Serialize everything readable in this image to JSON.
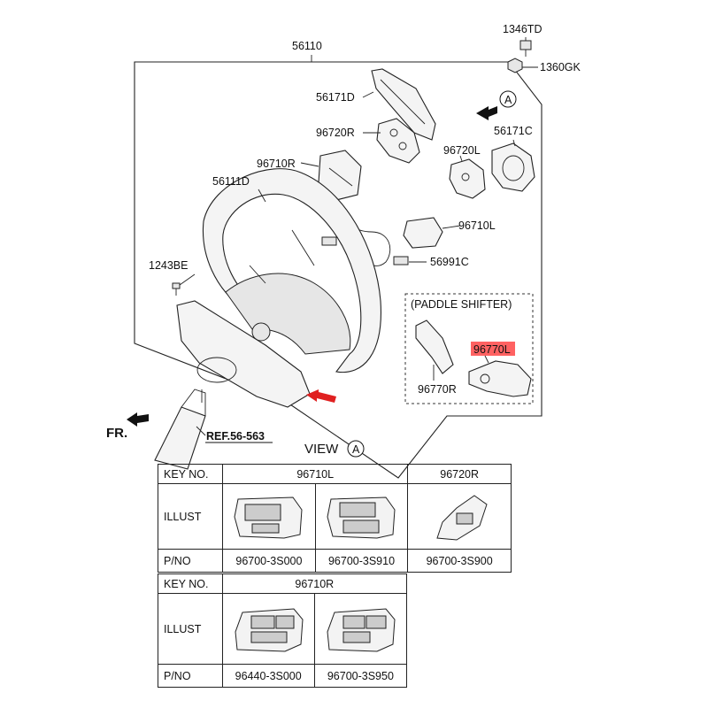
{
  "parts": {
    "p_1346TD": "1346TD",
    "p_1360GK": "1360GK",
    "p_56110": "56110",
    "p_56171D": "56171D",
    "p_96720R": "96720R",
    "p_56171C": "56171C",
    "p_96720L": "96720L",
    "p_96710R": "96710R",
    "p_56111D": "56111D",
    "p_96710L": "96710L",
    "p_56991C": "56991C",
    "p_1243BE": "1243BE",
    "p_96770L": "96770L",
    "p_96770R": "96770R"
  },
  "view_marker": "A",
  "paddle_title": "(PADDLE SHIFTER)",
  "fr_label": "FR.",
  "ref_label": "REF.56-563",
  "view_title": "VIEW",
  "table": {
    "key_no_label": "KEY NO.",
    "illust_label": "ILLUST",
    "pno_label": "P/NO",
    "row1_key_left": "96710L",
    "row1_key_right": "96720R",
    "row1_pnos": [
      "96700-3S000",
      "96700-3S910",
      "96700-3S900"
    ],
    "row2_key": "96710R",
    "row2_pnos": [
      "96440-3S000",
      "96700-3S950"
    ]
  },
  "colors": {
    "highlight": "#ff3b3b",
    "arrow": "#e02020",
    "line": "#222222"
  }
}
